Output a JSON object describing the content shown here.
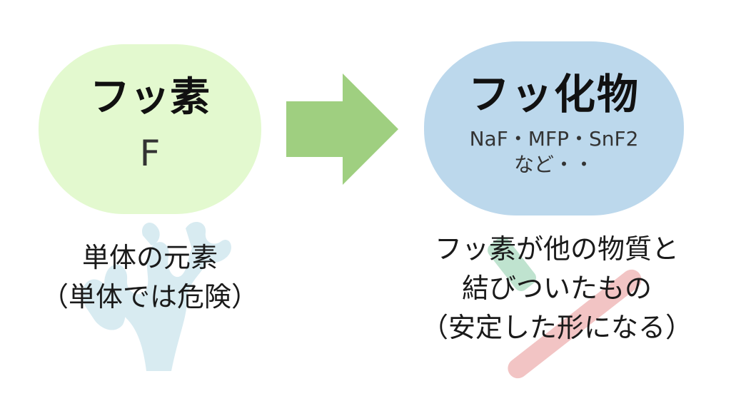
{
  "colors": {
    "left_box": "#e3f9cf",
    "right_box": "#bcd8ec",
    "arrow": "#9fcf80",
    "coral": "#d4e9f0",
    "toothbrush_red": "#f2c4c4",
    "toothbrush_green": "#bfe3cf"
  },
  "left": {
    "title": "フッ素",
    "symbol": "F",
    "caption_lines": [
      "単体の元素",
      "（単体では危険）"
    ]
  },
  "right": {
    "title": "フッ化物",
    "examples": "NaF・MFP・SnF2",
    "examples_more": "など・・",
    "caption_lines": [
      "フッ素が他の物質と",
      "結びついたもの",
      "（安定した形になる）"
    ]
  },
  "icons": {
    "arrow": "right-arrow-icon",
    "coral": "coral-icon",
    "toothbrush": "toothbrush-icon"
  }
}
